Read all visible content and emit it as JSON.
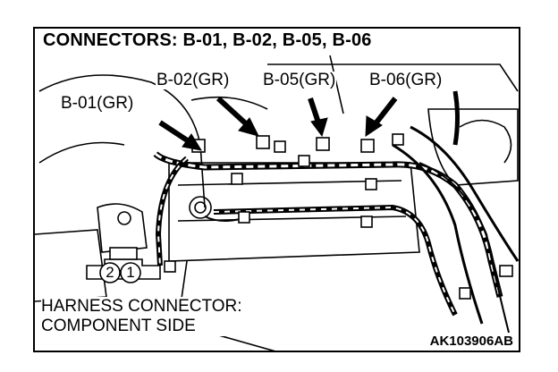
{
  "title": "CONNECTORS: B-01, B-02, B-05, B-06",
  "labels": {
    "b01": "B-01(GR)",
    "b02": "B-02(GR)",
    "b05": "B-05(GR)",
    "b06": "B-06(GR)"
  },
  "connector_pins": [
    "2",
    "1"
  ],
  "harness_line1": "HARNESS CONNECTOR:",
  "harness_line2": "COMPONENT SIDE",
  "figure_code": "AK103906AB"
}
